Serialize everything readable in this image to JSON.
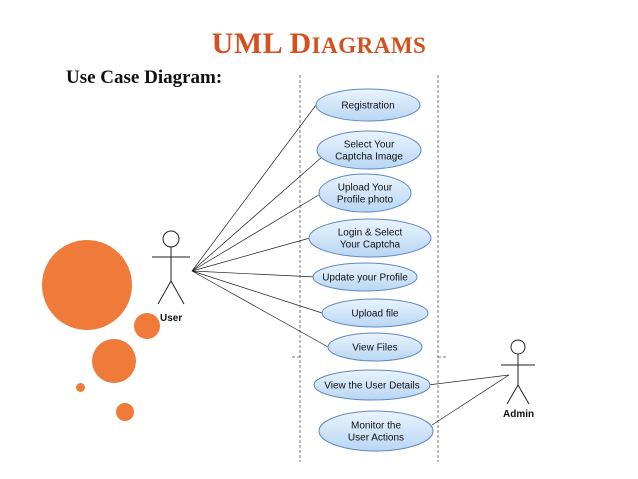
{
  "slide": {
    "title_big_1": "UML D",
    "title_small_1": "IAGRAMS",
    "subtitle": "Use Case Diagram:"
  },
  "colors": {
    "title": "#d4501e",
    "orange": "#f07a3a",
    "usecase_fill": "#cfe3f7",
    "usecase_stroke": "#5f88c2"
  },
  "diagram": {
    "actors": {
      "user": "User",
      "admin": "Admin"
    },
    "use_cases": [
      {
        "lines": [
          "Registration"
        ]
      },
      {
        "lines": [
          "Select Your",
          "Captcha Image"
        ]
      },
      {
        "lines": [
          "Upload Your",
          "Profile photo"
        ]
      },
      {
        "lines": [
          "Login & Select",
          "Your Captcha"
        ]
      },
      {
        "lines": [
          "Update your Profile"
        ]
      },
      {
        "lines": [
          "Upload file"
        ]
      },
      {
        "lines": [
          "View Files"
        ]
      },
      {
        "lines": [
          "View the User Details"
        ]
      },
      {
        "lines": [
          "Monitor the",
          "User Actions"
        ]
      }
    ]
  }
}
